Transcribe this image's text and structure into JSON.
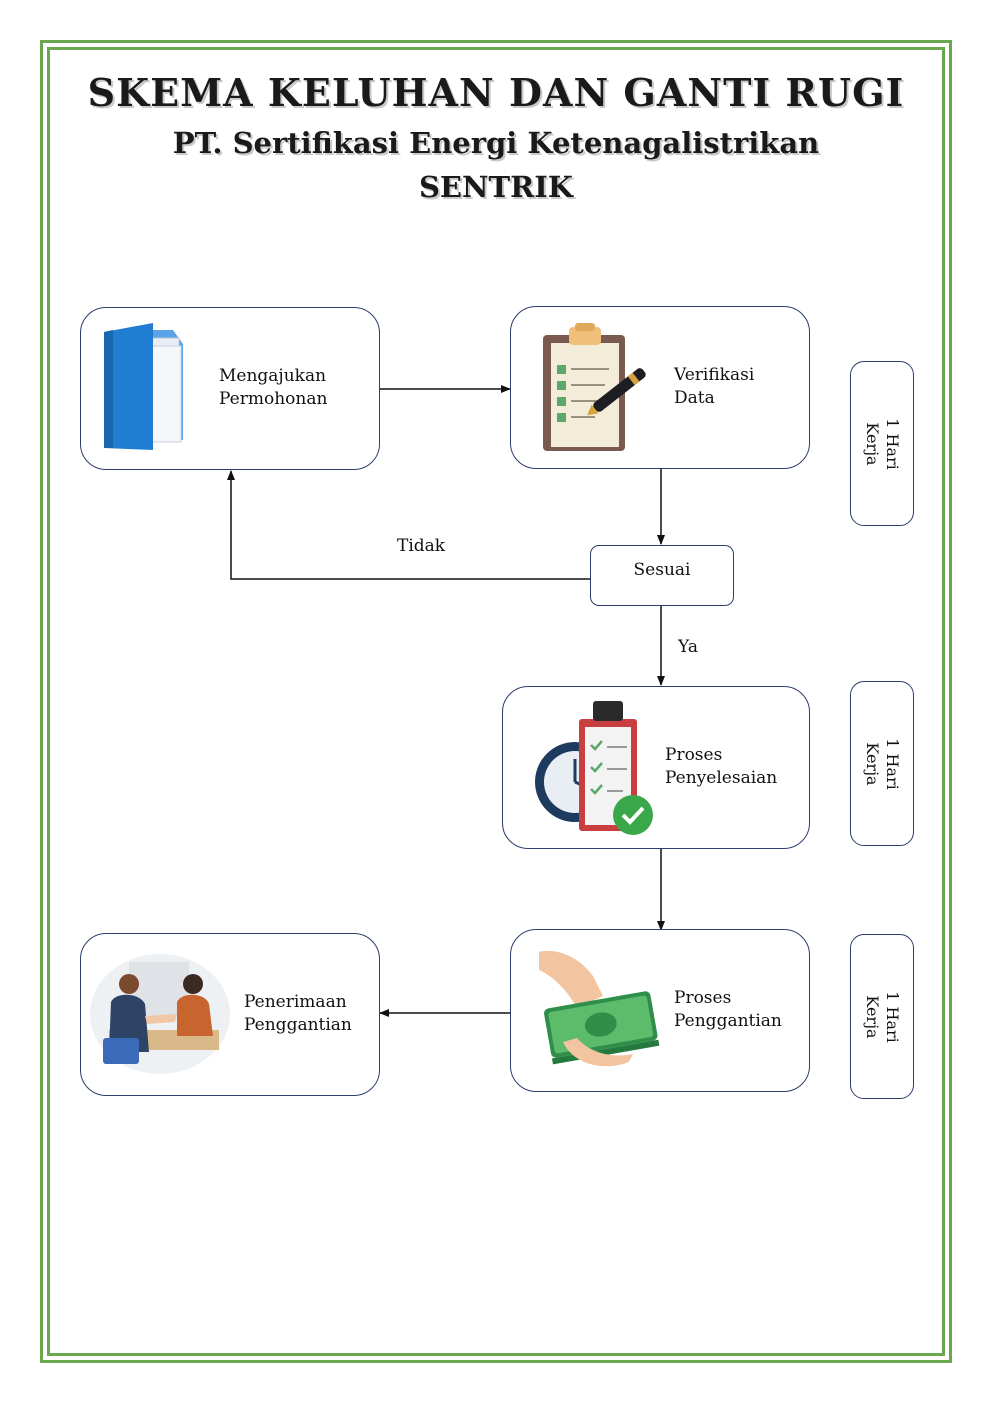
{
  "title": {
    "line1": "SKEMA KELUHAN  DAN GANTI RUGI",
    "line2": "PT. Sertifikasi Energi Ketenagalistrikan",
    "line3": "SENTRIK"
  },
  "nodes": {
    "mengajukan": "Mengajukan\nPermohonan",
    "verifikasi": "Verifikasi\nData",
    "sesuai": "Sesuai",
    "penyelesaian": "Proses\nPenyelesaian",
    "penggantian": "Proses\nPenggantian",
    "penerimaan": "Penerimaan\nPenggantian"
  },
  "edges": {
    "tidak": "Tidak",
    "ya": "Ya"
  },
  "durations": {
    "d1": "1 Hari\nKerja",
    "d2": "1 Hari\nKerja",
    "d3": "1 Hari\nKerja"
  },
  "icons": {
    "folder": "folder-icon",
    "clipboard": "clipboard-pen-icon",
    "stopwatch": "stopwatch-checklist-icon",
    "money": "cash-hand-icon",
    "handshake": "handshake-meeting-icon"
  },
  "colors": {
    "border": "#6aa84f",
    "box_stroke": "#2c3e6b"
  }
}
